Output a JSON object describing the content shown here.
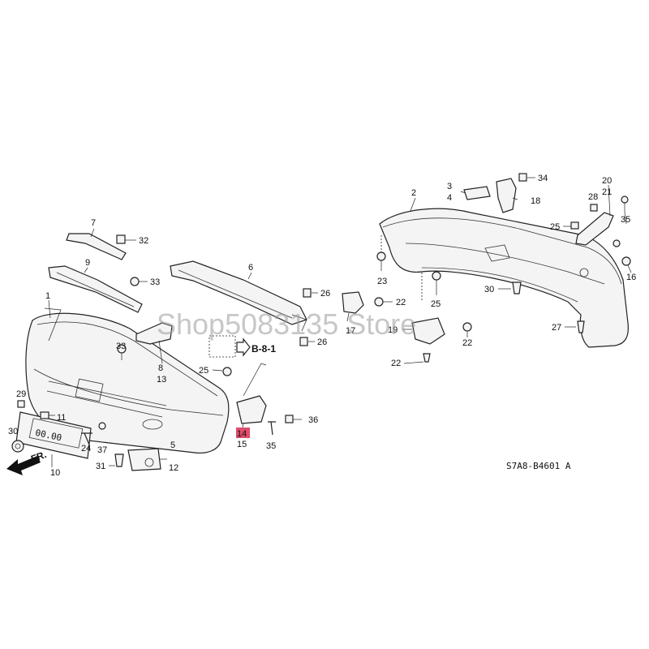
{
  "callouts": [
    {
      "id": "c1",
      "label": "1"
    },
    {
      "id": "c2",
      "label": "2"
    },
    {
      "id": "c3",
      "label": "3"
    },
    {
      "id": "c4",
      "label": "4"
    },
    {
      "id": "c5",
      "label": "5"
    },
    {
      "id": "c6",
      "label": "6"
    },
    {
      "id": "c7",
      "label": "7"
    },
    {
      "id": "c8",
      "label": "8"
    },
    {
      "id": "c9",
      "label": "9"
    },
    {
      "id": "c10",
      "label": "10"
    },
    {
      "id": "c11",
      "label": "11"
    },
    {
      "id": "c12",
      "label": "12"
    },
    {
      "id": "c13",
      "label": "13"
    },
    {
      "id": "c14",
      "label": "14"
    },
    {
      "id": "c15",
      "label": "15"
    },
    {
      "id": "c16",
      "label": "16"
    },
    {
      "id": "c17",
      "label": "17"
    },
    {
      "id": "c18",
      "label": "18"
    },
    {
      "id": "c19",
      "label": "19"
    },
    {
      "id": "c20",
      "label": "20"
    },
    {
      "id": "c21",
      "label": "21"
    },
    {
      "id": "c22a",
      "label": "22"
    },
    {
      "id": "c22b",
      "label": "22"
    },
    {
      "id": "c22c",
      "label": "22"
    },
    {
      "id": "c23",
      "label": "23"
    },
    {
      "id": "c24",
      "label": "24"
    },
    {
      "id": "c25a",
      "label": "25"
    },
    {
      "id": "c25b",
      "label": "25"
    },
    {
      "id": "c25c",
      "label": "25"
    },
    {
      "id": "c26a",
      "label": "26"
    },
    {
      "id": "c26b",
      "label": "26"
    },
    {
      "id": "c27",
      "label": "27"
    },
    {
      "id": "c28",
      "label": "28"
    },
    {
      "id": "c29",
      "label": "29"
    },
    {
      "id": "c30a",
      "label": "30"
    },
    {
      "id": "c30b",
      "label": "30"
    },
    {
      "id": "c31",
      "label": "31"
    },
    {
      "id": "c32",
      "label": "32"
    },
    {
      "id": "c33a",
      "label": "33"
    },
    {
      "id": "c33b",
      "label": "33"
    },
    {
      "id": "c34",
      "label": "34"
    },
    {
      "id": "c35a",
      "label": "35"
    },
    {
      "id": "c35b",
      "label": "35"
    },
    {
      "id": "c36",
      "label": "36"
    },
    {
      "id": "c37",
      "label": "37"
    }
  ],
  "reference": "B-8-1",
  "front_marker": "FR.",
  "diagram_code": "S7A8-B4601 A",
  "watermark": "Shop5083135 Store",
  "plate_text": "00.00",
  "highlight_color": "#e04c6c"
}
